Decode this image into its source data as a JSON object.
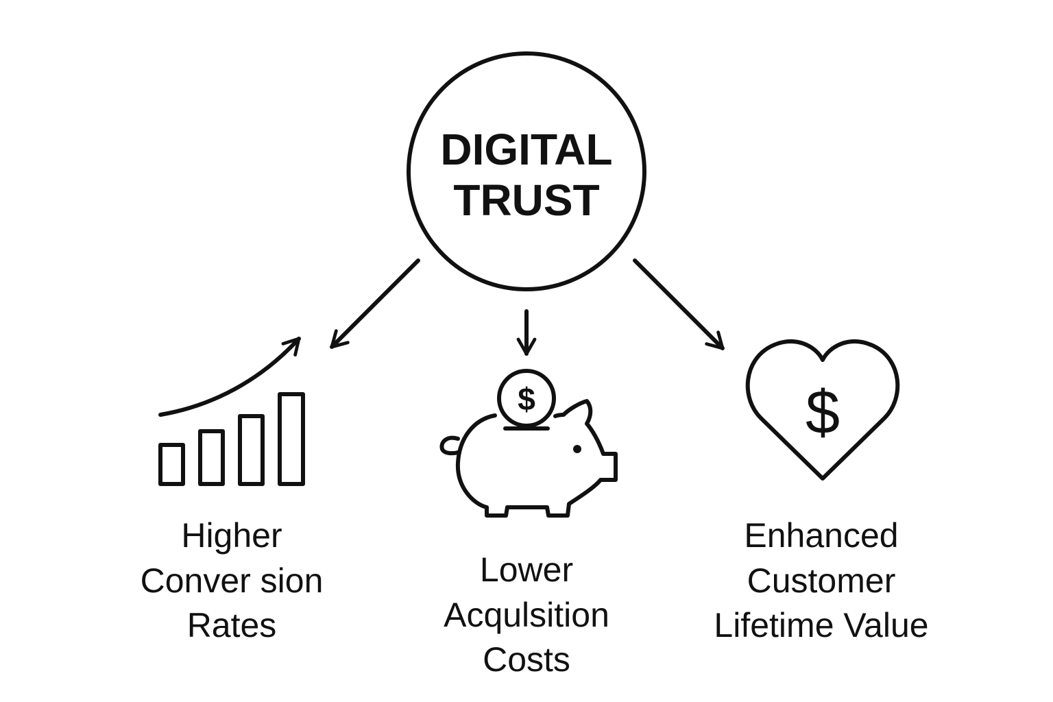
{
  "center": {
    "line1": "DIGITAL",
    "line2": "TRUST"
  },
  "nodes": [
    {
      "icon": "bar-chart-growth-icon",
      "lines": [
        "Higher",
        "Conver sion",
        "Rates"
      ]
    },
    {
      "icon": "piggy-bank-coin-icon",
      "coin_symbol": "$",
      "lines": [
        "Lower",
        "Acqulsition",
        "Costs"
      ]
    },
    {
      "icon": "heart-dollar-icon",
      "symbol": "$",
      "lines": [
        "Enhanced",
        "Customer",
        "Lifetime Value"
      ]
    }
  ],
  "colors": {
    "ink": "#111111",
    "background": "#ffffff"
  }
}
